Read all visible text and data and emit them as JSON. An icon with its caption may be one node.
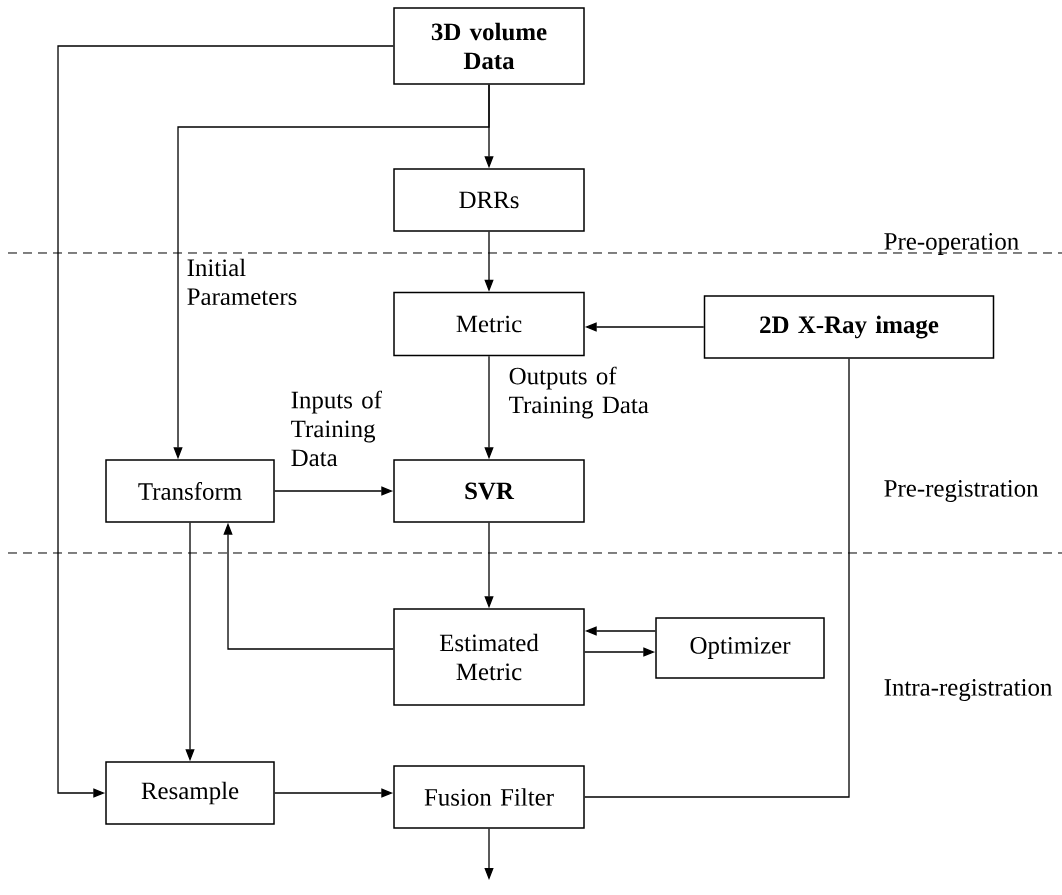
{
  "diagram": {
    "nodes": [
      {
        "text": [
          "3D volume Data"
        ]
      },
      {
        "text": [
          "DRRs"
        ]
      },
      {
        "text": [
          "Metric"
        ]
      },
      {
        "text": [
          "2D X-Ray image"
        ]
      },
      {
        "text": [
          "Transform"
        ]
      },
      {
        "text": [
          "SVR"
        ]
      },
      {
        "text": [
          "Estimated Metric"
        ]
      },
      {
        "text": [
          "Optimizer"
        ]
      },
      {
        "text": [
          "Resample"
        ]
      },
      {
        "text": [
          "Fusion Filter"
        ]
      }
    ],
    "edges": [
      {
        "from": 0,
        "to": 8,
        "arrow": "to"
      },
      {
        "from": 0,
        "to": 1,
        "arrow": "to"
      },
      {
        "from": 0,
        "to": 4,
        "arrow": "to",
        "label": "Initial Parameters"
      },
      {
        "from": 1,
        "to": 2,
        "arrow": "to"
      },
      {
        "from": 3,
        "to": 2,
        "arrow": "to"
      },
      {
        "from": 2,
        "to": 5,
        "arrow": "to",
        "label": "Outputs of Training Data"
      },
      {
        "from": 4,
        "to": 5,
        "arrow": "to",
        "label": "Inputs of Training Data"
      },
      {
        "from": 5,
        "to": 6,
        "arrow": "to"
      },
      {
        "from": 6,
        "to": 4,
        "arrow": "to"
      },
      {
        "from": 7,
        "to": 6,
        "arrow": "to"
      },
      {
        "from": 6,
        "to": 7,
        "arrow": "to"
      },
      {
        "from": 4,
        "to": 8,
        "arrow": "to"
      },
      {
        "from": 8,
        "to": 9,
        "arrow": "to"
      },
      {
        "from": 3,
        "to": 9,
        "arrow": "none"
      },
      {
        "from": 9,
        "to": null,
        "arrow": "to"
      }
    ],
    "labels": [
      "Pre-operation",
      "Pre-registration",
      "Intra-registration"
    ]
  }
}
